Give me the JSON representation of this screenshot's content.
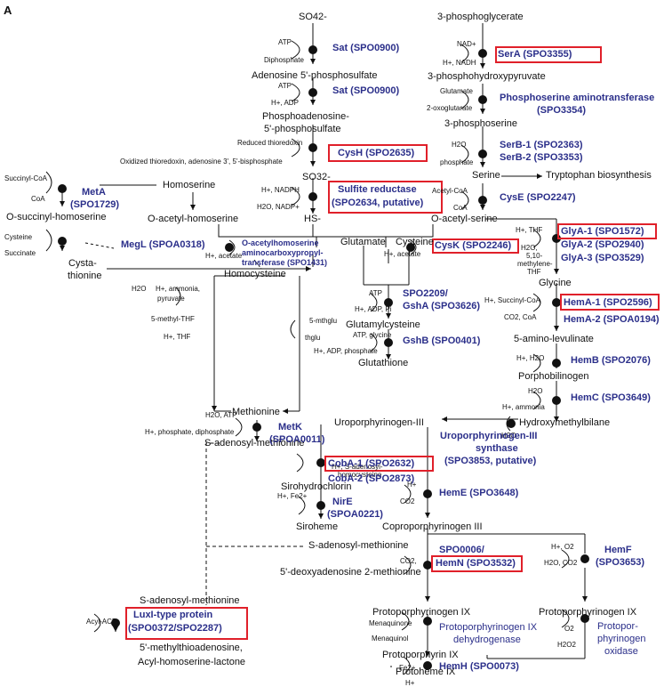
{
  "panel_label": "A",
  "metabolites": {
    "so4": "SO42-",
    "aps": "Adenosine 5'-phosphosulfate",
    "paps1": "Phosphoadenosine-",
    "paps2": "5'-phosphosulfate",
    "so3": "SO32-",
    "hs": "HS-",
    "homoserine": "Homoserine",
    "osh": "O-succinyl-homoserine",
    "oah": "O-acetyl-homoserine",
    "cysta1": "Cysta-",
    "cysta2": "thionine",
    "homocysteine": "Homocysteine",
    "methionine": "Methionine",
    "sam_left": "S-adenosyl-methionine",
    "sam_mid": "S-adenosyl-methionine",
    "sam_lower": "S-adenosyl-methionine",
    "mta": "5'-methylthioadenosine,",
    "ahl": "Acyl-homoserine-lactone",
    "pg3": "3-phosphoglycerate",
    "php": "3-phosphohydroxypyruvate",
    "ps": "3-phosphoserine",
    "serine": "Serine",
    "trp": "Tryptophan biosynthesis",
    "oas": "O-acetyl-serine",
    "glutamate": "Glutamate",
    "cysteine": "Cysteine",
    "glucys": "Glutamylcysteine",
    "gsh": "Glutathione",
    "glycine": "Glycine",
    "ala": "5-amino-levulinate",
    "pbg": "Porphobilinogen",
    "hmb": "Hydroxymethylbilane",
    "uro": "Uroporphyrinogen-III",
    "shc": "Sirohydrochlorin",
    "siroheme": "Siroheme",
    "copro": "Coproporphyrinogen III",
    "dams": "5'-deoxyadenosine 2-methionine",
    "proto_ix_a": "Protoporphyrinogen IX",
    "proto_ix_b": "Protoporphyrinogen IX",
    "protoporphyrin": "Protoporphyrin IX",
    "protoheme": "Protoheme IX"
  },
  "cofactors": {
    "atp1": "ATP",
    "diphosphate": "Diphosphate",
    "atp2": "ATP",
    "hadp": "H+, ADP",
    "redthio": "Reduced thioredoxin",
    "oxthio": "Oxidized thioredoxin,  adenosine 3', 5'-bisphosphate",
    "hnadph": "H+, NADPH",
    "h2onadp": "H2O, NADP+",
    "succoa": "Succinyl-CoA",
    "coa1": "CoA",
    "cysteine_in": "Cysteine",
    "succinate": "Succinate",
    "h2o_cys": "H2O",
    "h_amm_pyr1": "H+, ammonia,",
    "h_amm_pyr2": "pyruvate",
    "hacetate1": "H+, acetate",
    "hacetate2": "H+, acetate",
    "mthf": "5-methyl-THF",
    "hthf": "H+, THF",
    "mthglu": "5-mthglu",
    "thglu": "thglu",
    "h2oatp": "H2O, ATP",
    "hpdp": "H+, phosphate, diphosphate",
    "acylacp": "Acyl-ACP",
    "nad": "NAD+",
    "hnadh": "H+, NADH",
    "glutamate_in": "Glutamate",
    "oxoglu": "2-oxoglutarate",
    "h2o_serb": "H2O",
    "phosphate": "phosphate",
    "acetylcoa": "Acetyl-CoA",
    "coa2": "CoA",
    "hthf2": "H+, THF",
    "h2o_gly": "H2O,",
    "thf510a": "5,10-",
    "thf510b": "methylene-",
    "thf510c": "THF",
    "atp3": "ATP",
    "hadppi": "H+, ADP, Pi",
    "atpgly": "ATP, glycine",
    "hadpphos": "H+, ADP, phosphate",
    "hsucc": "H+, Succinyl-CoA",
    "co2coa": "CO2, CoA",
    "hh2o1": "H+, H2O",
    "h2o_hemc": "H2O",
    "hammonia": "H+, ammonia",
    "h2o_hmb": "H2O",
    "h_sah1": "H+, S-adenosyl-",
    "h_sah2": "homocysteine",
    "hfe": "H+, Fe2+",
    "h_heme": "H+",
    "co2_heme": "CO2",
    "co2_hemn": "CO2,",
    "ho2": "H+, O2",
    "h2oco2": "H2O, CO2",
    "menaquinone": "Menaquinone",
    "menaquinol": "Menaquinol",
    "o2": "O2",
    "h2o2": "H2O2",
    "fe": "Fe2+",
    "h_hemh": "H+"
  },
  "enzymes": {
    "sat1": "Sat (SPO0900)",
    "sat2": "Sat (SPO0900)",
    "cysh": "CysH (SPO2635)",
    "sulfite1": "Sulfite reductase",
    "sulfite2": "(SPO2634, putative)",
    "meta1": "MetA",
    "meta2": "(SPO1729)",
    "megl": "MegL (SPOA0318)",
    "oahs1": "O-acetylhomoserine",
    "oahs2": "aminocarboxypropyl-",
    "oahs3": "transferase (SPO1431)",
    "serA": "SerA (SPO3355)",
    "psat1": "Phosphoserine aminotransferase",
    "psat2": "(SPO3354)",
    "serb1": "SerB-1 (SPO2363)",
    "serb2": "SerB-2 (SPO3353)",
    "cyse": "CysE (SPO2247)",
    "cysk": "CysK (SPO2246)",
    "glya1": "GlyA-1 (SPO1572)",
    "glya2": "GlyA-2 (SPO2940)",
    "glya3": "GlyA-3 (SPO3529)",
    "gsha1": "SPO2209/",
    "gsha2": "GshA (SPO3626)",
    "gshb": "GshB (SPO0401)",
    "hema1": "HemA-1 (SPO2596)",
    "hema2": "HemA-2 (SPOA0194)",
    "hemb": "HemB (SPO2076)",
    "hemc": "HemC (SPO3649)",
    "metk1": "MetK",
    "metk2": "(SPOA0011)",
    "coba1": "CobA-1 (SPO2632)",
    "coba2": "CobA-2 (SPO2873)",
    "uros1": "Uroporphyrinogen-III",
    "uros2": "synthase",
    "uros3": "(SPO3853, putative)",
    "nire1": "NirE",
    "nire2": "(SPOA0221)",
    "heme": "HemE (SPO3648)",
    "hemn1": "SPO0006/",
    "hemn2": "HemN (SPO3532)",
    "hemf1": "HemF",
    "hemf2": "(SPO3653)",
    "luxi1": "LuxI-type protein",
    "luxi2": "(SPO0372/SPO2287)",
    "ppixdh1": "Protoporphyrinogen IX",
    "ppixdh2": "dehydrogenase",
    "ppox1": "Protopor-",
    "ppox2": "phyrinogen",
    "ppox3": "oxidase",
    "hemh": "HemH (SPO0073)"
  },
  "colors": {
    "enzyme": "#2b2f8a",
    "highlight_box": "#e0202a",
    "line": "#111111"
  }
}
